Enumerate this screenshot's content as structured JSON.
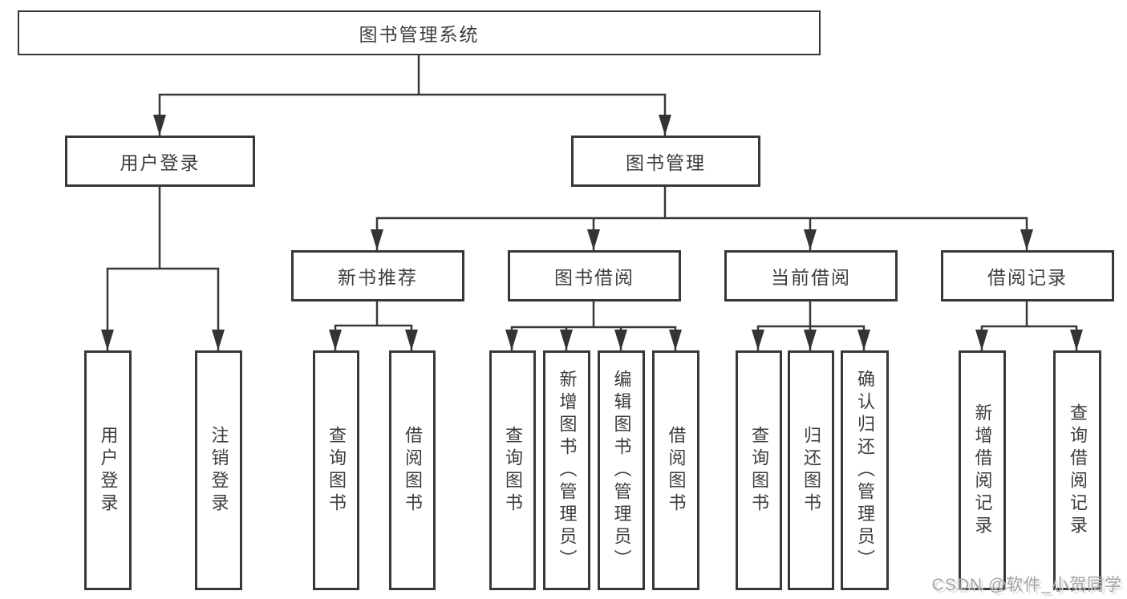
{
  "diagram": {
    "title": "图书管理系统",
    "watermark": "CSDN @软件_小贺同学",
    "colors": {
      "line": "#383838",
      "text": "#3d3d3d",
      "background": "#ffffff",
      "watermark": "#a6a6a6"
    },
    "nodes": {
      "root": {
        "label": "图书管理系统"
      },
      "level2": [
        {
          "label": "用户登录"
        },
        {
          "label": "图书管理"
        }
      ],
      "level3": [
        {
          "label": "新书推荐"
        },
        {
          "label": "图书借阅"
        },
        {
          "label": "当前借阅"
        },
        {
          "label": "借阅记录"
        }
      ],
      "leaves": {
        "user_login": [
          {
            "label": "用户登录"
          },
          {
            "label": "注销登录"
          }
        ],
        "new_book": [
          {
            "label": "查询图书"
          },
          {
            "label": "借阅图书"
          }
        ],
        "book_borrow": [
          {
            "label": "查询图书"
          },
          {
            "label": "新增图书（管理员）"
          },
          {
            "label": "编辑图书（管理员）"
          },
          {
            "label": "借阅图书"
          }
        ],
        "current_borrow": [
          {
            "label": "查询图书"
          },
          {
            "label": "归还图书"
          },
          {
            "label": "确认归还（管理员）"
          }
        ],
        "borrow_record": [
          {
            "label": "新增借阅记录"
          },
          {
            "label": "查询借阅记录"
          }
        ]
      }
    }
  }
}
